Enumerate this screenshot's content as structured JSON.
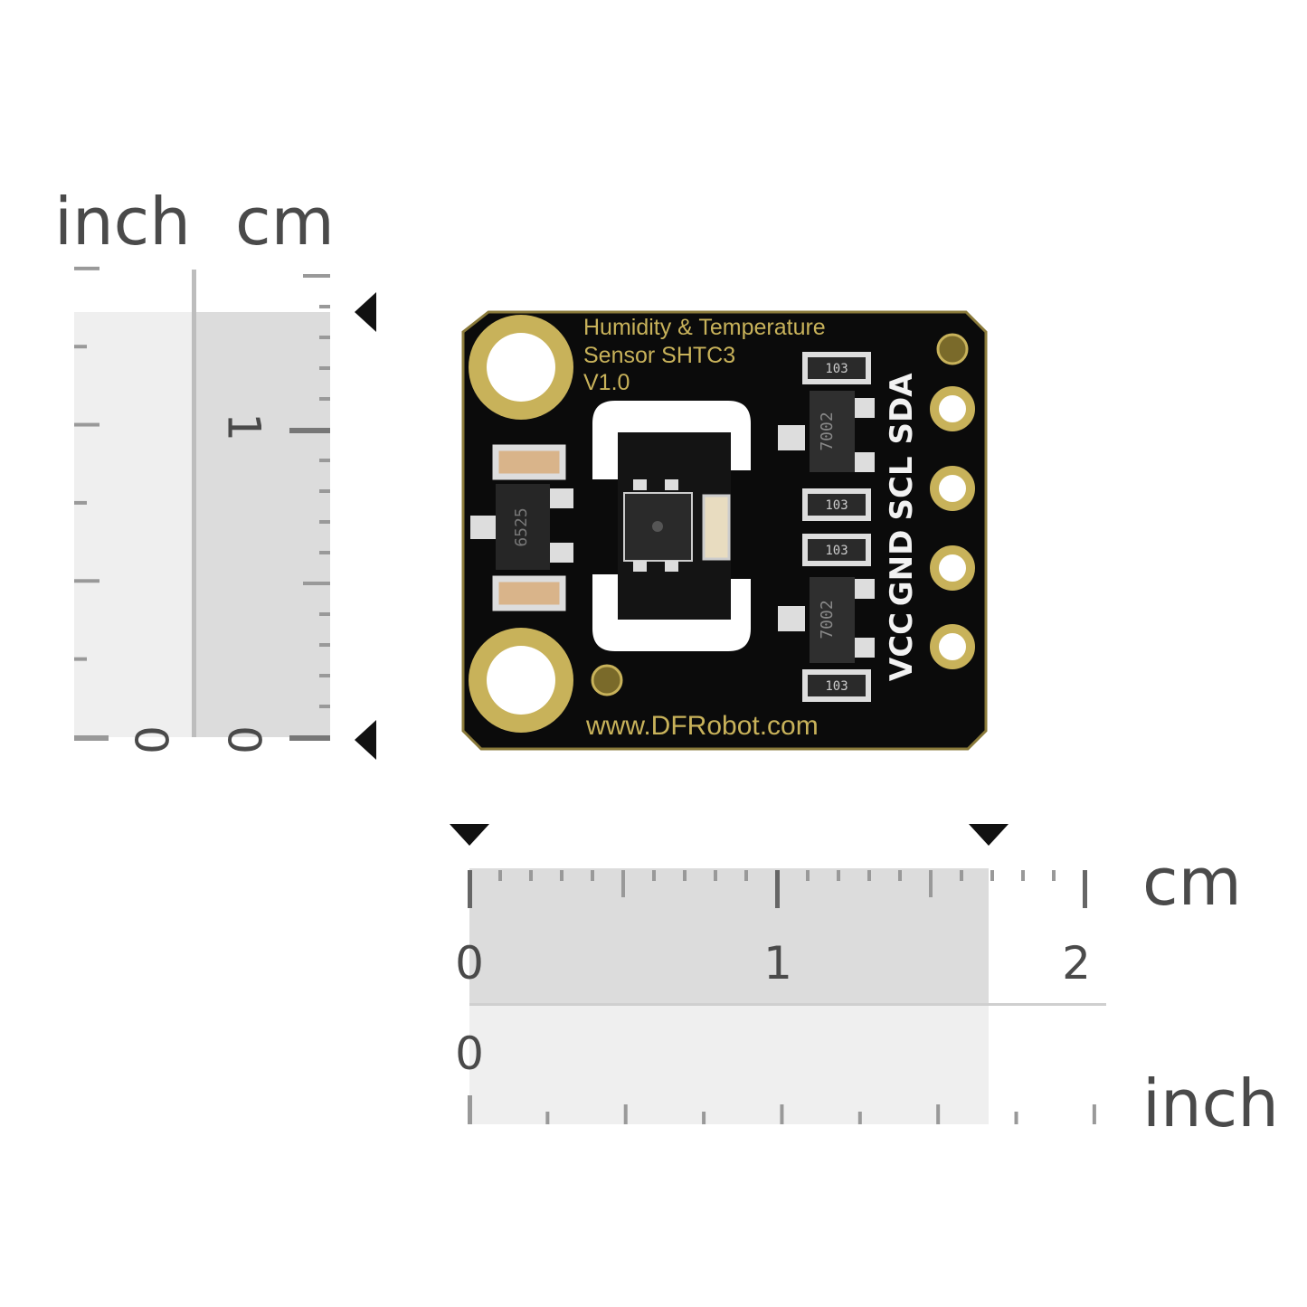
{
  "vertical_ruler": {
    "unit_left": "inch",
    "unit_right": "cm",
    "inch_zero": "0",
    "cm_zero": "0",
    "cm_one": "1"
  },
  "horizontal_ruler": {
    "unit_top": "cm",
    "unit_bottom": "inch",
    "cm_labels": [
      "0",
      "1",
      "2"
    ],
    "inch_zero": "0"
  },
  "board": {
    "title_line1": "Humidity & Temperature",
    "title_line2": "Sensor SHTC3",
    "version": "V1.0",
    "website": "www.DFRobot.com",
    "pins": [
      "VCC",
      "GND",
      "SCL",
      "SDA"
    ],
    "regulator_marking": "6525",
    "mosfet_marking": "7002",
    "resistor_marking": "103",
    "resistor_marking_2": "103",
    "resistor_marking_3": "103",
    "resistor_marking_4": "103",
    "colors": {
      "pcb": "#0b0b0b",
      "gold": "#c8b25a",
      "silkscreen": "#f2f2f2"
    }
  }
}
